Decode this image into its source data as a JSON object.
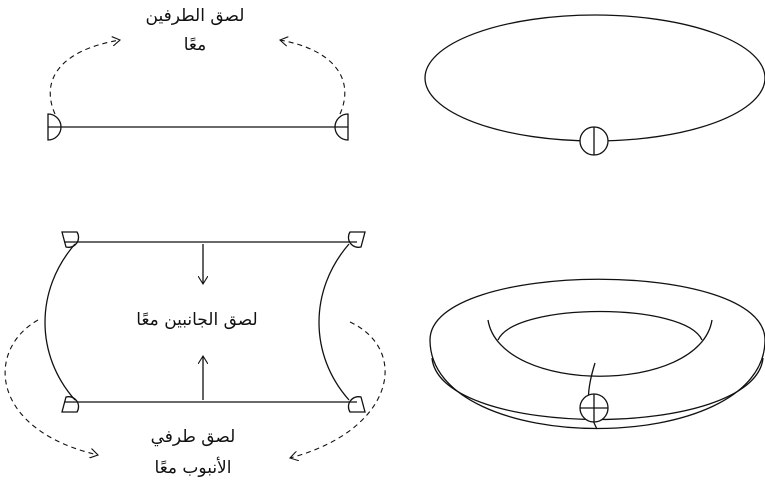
{
  "labels": {
    "glue_ends_line1": "لصق الطرفين",
    "glue_ends_line2": "معًا",
    "glue_sides": "لصق الجانبين معًا",
    "glue_tube_ends_line1": "لصق طرفي",
    "glue_tube_ends_line2": "الأنبوب معًا"
  }
}
